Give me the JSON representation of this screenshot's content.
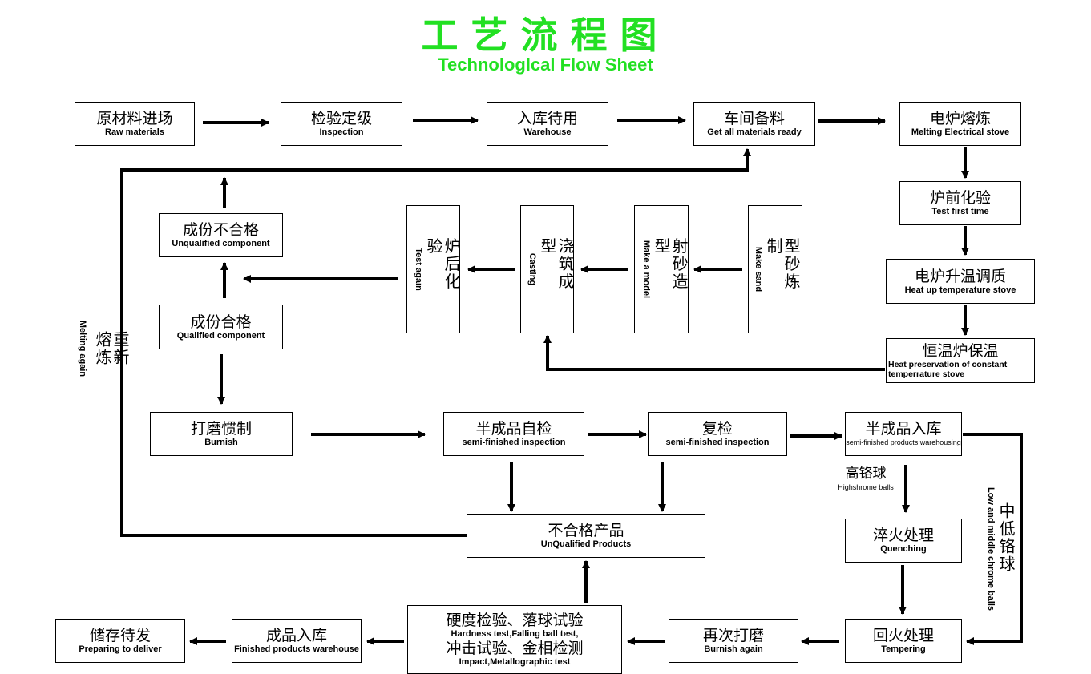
{
  "title": "工艺流程图",
  "subtitle": "Technologlcal Flow Sheet",
  "colors": {
    "title": "#22e022",
    "lines": "#000000"
  },
  "steps": {
    "raw": {
      "cn": "原材料进场",
      "en": "Raw materials"
    },
    "inspection": {
      "cn": "检验定级",
      "en": "Inspection"
    },
    "warehouse": {
      "cn": "入库待用",
      "en": "Warehouse"
    },
    "prepare": {
      "cn": "车间备料",
      "en": "Get all materials ready"
    },
    "melting": {
      "cn": "电炉熔炼",
      "en": "Melting Electrical stove"
    },
    "test_first": {
      "cn": "炉前化验",
      "en": "Test first time"
    },
    "heat_up": {
      "cn": "电炉升温调质",
      "en": "Heat up temperature stove"
    },
    "preservation": {
      "cn": "恒温炉保温",
      "en": "Heat preservation of constant temperrature stove"
    },
    "make_sand": {
      "cn": "型砂炼制",
      "en": "Make sand"
    },
    "make_model": {
      "cn": "射砂造型",
      "en": "Make a model"
    },
    "casting": {
      "cn": "浇筑成型",
      "en": "Casting"
    },
    "test_again": {
      "cn": "炉后化验",
      "en": "Test again"
    },
    "unqualified_comp": {
      "cn": "成份不合格",
      "en": "Unqualified component"
    },
    "qualified_comp": {
      "cn": "成份合格",
      "en": "Qualified component"
    },
    "burnish": {
      "cn": "打磨惯制",
      "en": "Burnish"
    },
    "semi_inspect": {
      "cn": "半成品自检",
      "en": "semi-finished inspection"
    },
    "reinspect": {
      "cn": "复检",
      "en": "semi-finished inspection"
    },
    "semi_warehouse": {
      "cn": "半成品入库",
      "en": "semi-finished products warehousing"
    },
    "unqualified_products": {
      "cn": "不合格产品",
      "en": "UnQualified Products"
    },
    "quenching": {
      "cn": "淬火处理",
      "en": "Quenching"
    },
    "tempering": {
      "cn": "回火处理",
      "en": "Tempering"
    },
    "burnish_again": {
      "cn": "再次打磨",
      "en": "Burnish again"
    },
    "tests": {
      "cn1": "硬度检验、落球试验",
      "en1": "Hardness test,Falling ball test,",
      "cn2": "冲击试验、金相检测",
      "en2": "Impact,Metallographic test"
    },
    "finished_warehouse": {
      "cn": "成品入库",
      "en": "Finished products warehouse"
    },
    "deliver": {
      "cn": "储存待发",
      "en": "Preparing to deliver"
    }
  },
  "labels": {
    "melting_again": {
      "cn": "重新熔炼",
      "en": "Melting again"
    },
    "high_chrome": {
      "cn": "高铬球",
      "en": "Highshrome balls"
    },
    "low_middle_chrome": {
      "cn": "中低铬球",
      "en": "Low and middle chrome balls"
    }
  }
}
